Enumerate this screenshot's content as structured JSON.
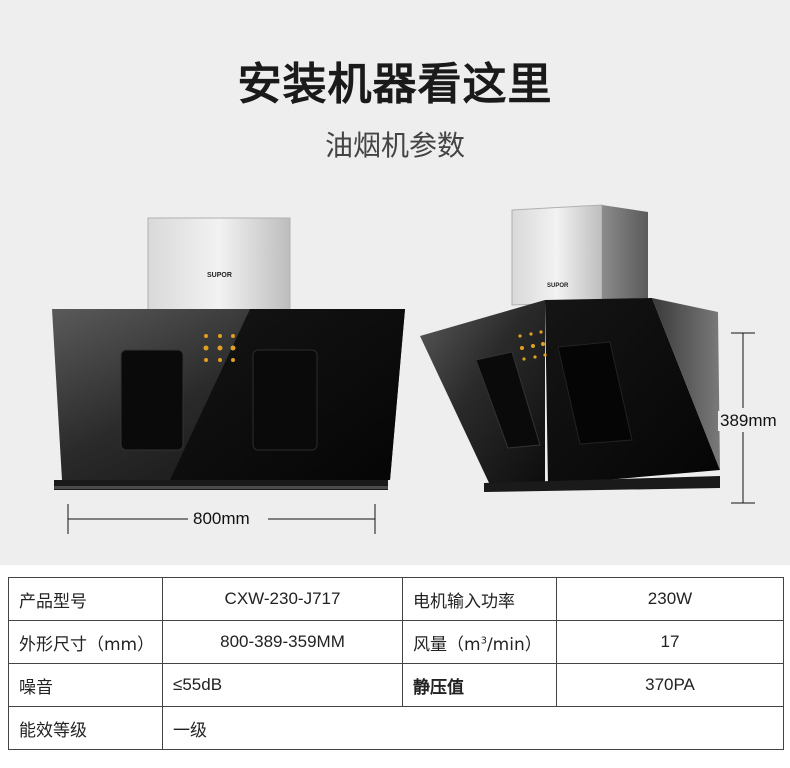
{
  "header": {
    "title": "安装机器看这里",
    "subtitle": "油烟机参数"
  },
  "product": {
    "brand": "SUPOR",
    "width_label": "800mm",
    "height_label": "389mm"
  },
  "specs": {
    "model_label": "产品型号",
    "model_value": "CXW-230-J717",
    "power_label": "电机输入功率",
    "power_value": "230W",
    "size_label": "外形尺寸（mm）",
    "size_value": "800-389-359MM",
    "airflow_label_pre": "风量（m",
    "airflow_label_sup": "3",
    "airflow_label_post": "/min）",
    "airflow_value": "17",
    "noise_label": "噪音",
    "noise_value": "≤55dB",
    "pressure_label": "静压值",
    "pressure_value": "370PA",
    "efficiency_label": "能效等级",
    "efficiency_value": "一级"
  },
  "colors": {
    "background": "#eeeeee",
    "glass": "#0b0b0b",
    "steel": "#c9c9c9"
  }
}
